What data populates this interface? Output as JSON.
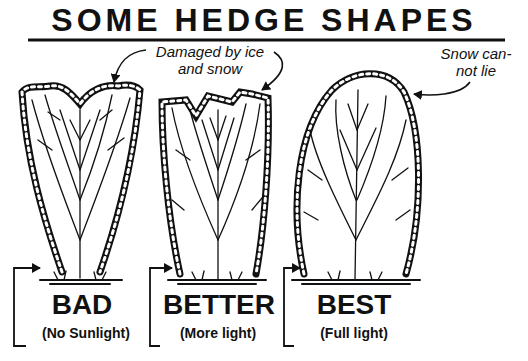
{
  "diagram": {
    "title": "SOME HEDGE SHAPES",
    "labels": [
      "Damaged by ice and snow",
      "Snow can- not lie",
      "BAD",
      "(No Sunlight)",
      "BETTER",
      "(More light)",
      "BEST",
      "(Full light)"
    ]
  }
}
